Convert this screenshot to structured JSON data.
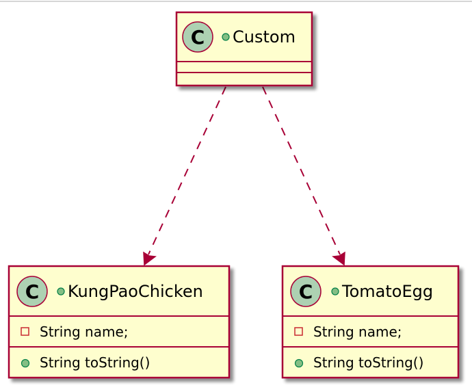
{
  "colors": {
    "class_fill": "#FEFECE",
    "border": "#A80036",
    "class_badge_fill": "#ADD1B2",
    "public_marker_fill": "#84BE84",
    "public_marker_stroke": "#038048",
    "private_marker_stroke": "#C82930",
    "frame_line": "#C8C8C8"
  },
  "classes": [
    {
      "id": "custom",
      "badge": "C",
      "visibility": "public",
      "name": "Custom",
      "fields": [],
      "methods": []
    },
    {
      "id": "kungpaochicken",
      "badge": "C",
      "visibility": "public",
      "name": "KungPaoChicken",
      "fields": [
        {
          "visibility": "private",
          "text": "String name;"
        }
      ],
      "methods": [
        {
          "visibility": "public",
          "text": "String toString()"
        }
      ]
    },
    {
      "id": "tomatoegg",
      "badge": "C",
      "visibility": "public",
      "name": "TomatoEgg",
      "fields": [
        {
          "visibility": "private",
          "text": "String name;"
        }
      ],
      "methods": [
        {
          "visibility": "public",
          "text": "String toString()"
        }
      ]
    }
  ],
  "relations": [
    {
      "from": "custom",
      "to": "kungpaochicken",
      "type": "dependency",
      "style": "dashed"
    },
    {
      "from": "custom",
      "to": "tomatoegg",
      "type": "dependency",
      "style": "dashed"
    }
  ]
}
